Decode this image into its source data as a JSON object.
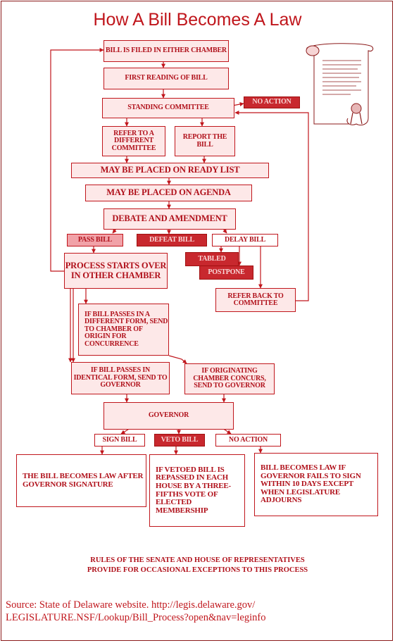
{
  "title": "How A Bill Becomes A Law",
  "steps": {
    "filed": "BILL IS FILED IN EITHER CHAMBER",
    "first_reading": "FIRST READING OF BILL",
    "committee": "STANDING COMMITTEE",
    "no_action_committee": "NO ACTION",
    "refer_different": "REFER TO A DIFFERENT COMMITTEE",
    "report": "REPORT THE BILL",
    "ready_list": "MAY BE PLACED ON READY LIST",
    "agenda": "MAY BE PLACED ON AGENDA",
    "debate": "DEBATE AND AMENDMENT",
    "pass": "PASS BILL",
    "defeat": "DEFEAT BILL",
    "delay": "DELAY BILL",
    "tabled": "TABLED",
    "postpone": "POSTPONE",
    "refer_back": "REFER BACK TO COMMITTEE",
    "other_chamber": "PROCESS STARTS OVER IN OTHER CHAMBER",
    "different_form": "IF BILL PASSES IN A DIFFERENT FORM, SEND TO CHAMBER OF ORIGIN FOR CONCURRENCE",
    "identical_form": "IF BILL PASSES IN IDENTICAL FORM, SEND TO GOVERNOR",
    "concurs": "IF ORIGINATING CHAMBER CONCURS, SEND TO GOVERNOR",
    "governor": "GOVERNOR",
    "sign": "SIGN BILL",
    "veto": "VETO BILL",
    "no_action_governor": "NO ACTION",
    "becomes_law": "THE BILL BECOMES LAW AFTER GOVERNOR SIGNATURE",
    "veto_override": "IF VETOED BILL IS REPASSED IN EACH HOUSE BY A THREE-FIFTHS VOTE OF ELECTED MEMBERSHIP",
    "no_sign": "BILL BECOMES LAW IF GOVERNOR FAILS TO SIGN WITHIN 10 DAYS EXCEPT WHEN LEGISLATURE ADJOURNS"
  },
  "note": {
    "line1": "RULES OF THE SENATE AND HOUSE OF REPRESENTATIVES",
    "line2": "PROVIDE FOR OCCASIONAL EXCEPTIONS TO THIS PROCESS"
  },
  "source": {
    "line1": "Source: State of Delaware website. http://legis.delaware.gov/",
    "line2": "LEGISLATURE.NSF/Lookup/Bill_Process?open&nav=leginfo"
  },
  "colors": {
    "primary": "#c0161c",
    "box_light": "#fde8e8",
    "box_medium": "#f1a2a8",
    "box_dark": "#c8282e"
  },
  "decor": {
    "scroll": "parchment-scroll-icon"
  }
}
